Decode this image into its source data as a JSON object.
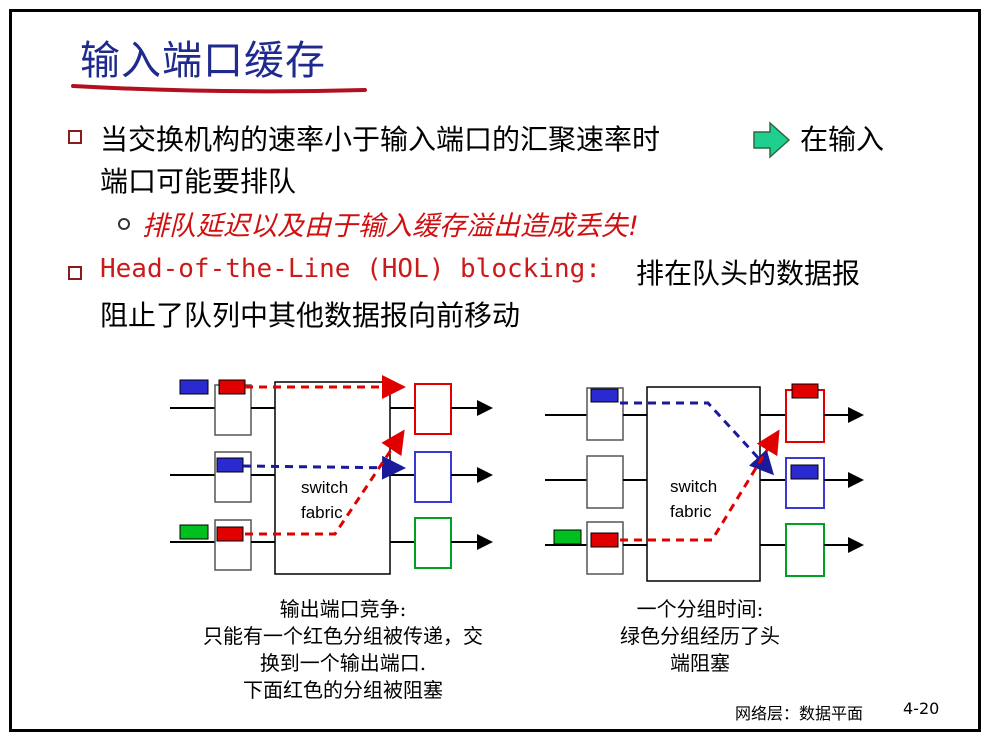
{
  "title": "输入端口缓存",
  "bullets": [
    {
      "line1": "当交换机构的速率小于输入端口的汇聚速率时",
      "line1_tail": "在输入",
      "line2": "端口可能要排队",
      "sub": "排队延迟以及由于输入缓存溢出造成丢失!"
    },
    {
      "hol_term": "Head-of-the-Line (HOL) blocking:",
      "hol_tail": "排在队头的数据报",
      "line2": "阻止了队列中其他数据报向前移动"
    }
  ],
  "diagram_left": {
    "fabric_line1": "switch",
    "fabric_line2": "fabric",
    "caption": [
      "输出端口竞争:",
      "只能有一个红色分组被传递，交",
      "换到一个输出端口.",
      "下面红色的分组被阻塞"
    ]
  },
  "diagram_right": {
    "fabric_line1": "switch",
    "fabric_line2": "fabric",
    "caption": [
      "一个分组时间:",
      "绿色分组经历了头",
      "端阻塞"
    ]
  },
  "footer": {
    "section": "网络层：数据平面",
    "page": "4-20"
  },
  "colors": {
    "title": "#1f2a8f",
    "red_packet": "#e00000",
    "blue_packet": "#2a2ad0",
    "green_packet": "#00b000",
    "arrow_icon": "#1fcf8f"
  },
  "icons": [
    "arrow-right-icon"
  ]
}
